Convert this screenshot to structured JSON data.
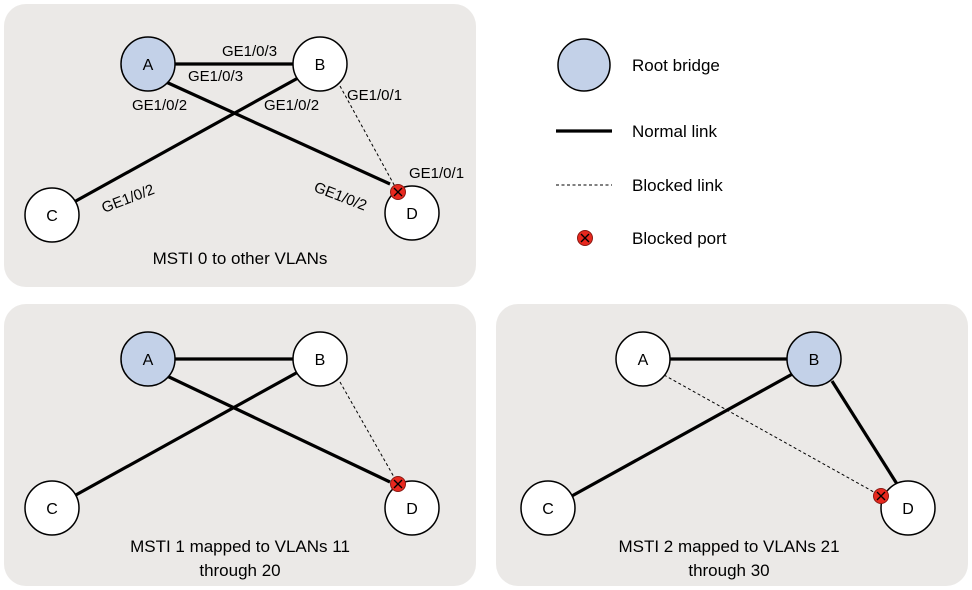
{
  "colors": {
    "root": "#c3d1e8",
    "normal_node": "#ffffff",
    "blocked_port": "#e8281e",
    "panel": "#ebe9e7"
  },
  "legend": {
    "root_bridge": "Root bridge",
    "normal_link": "Normal link",
    "blocked_link": "Blocked link",
    "blocked_port": "Blocked port"
  },
  "panels": {
    "msti0": {
      "caption": "MSTI 0 to other VLANs",
      "nodes": {
        "a": "A",
        "b": "B",
        "c": "C",
        "d": "D"
      },
      "ports": {
        "ab_b": "GE1/0/3",
        "ab_a": "GE1/0/3",
        "a_d": "GE1/0/2",
        "b_c": "GE1/0/2",
        "b_d": "GE1/0/1",
        "d_b": "GE1/0/1",
        "c_b": "GE1/0/2",
        "d_a": "GE1/0/2"
      }
    },
    "msti1": {
      "caption_line1": "MSTI 1 mapped to VLANs 11",
      "caption_line2": "through 20",
      "nodes": {
        "a": "A",
        "b": "B",
        "c": "C",
        "d": "D"
      }
    },
    "msti2": {
      "caption_line1": "MSTI 2 mapped to VLANs 21",
      "caption_line2": "through 30",
      "nodes": {
        "a": "A",
        "b": "B",
        "c": "C",
        "d": "D"
      }
    }
  }
}
